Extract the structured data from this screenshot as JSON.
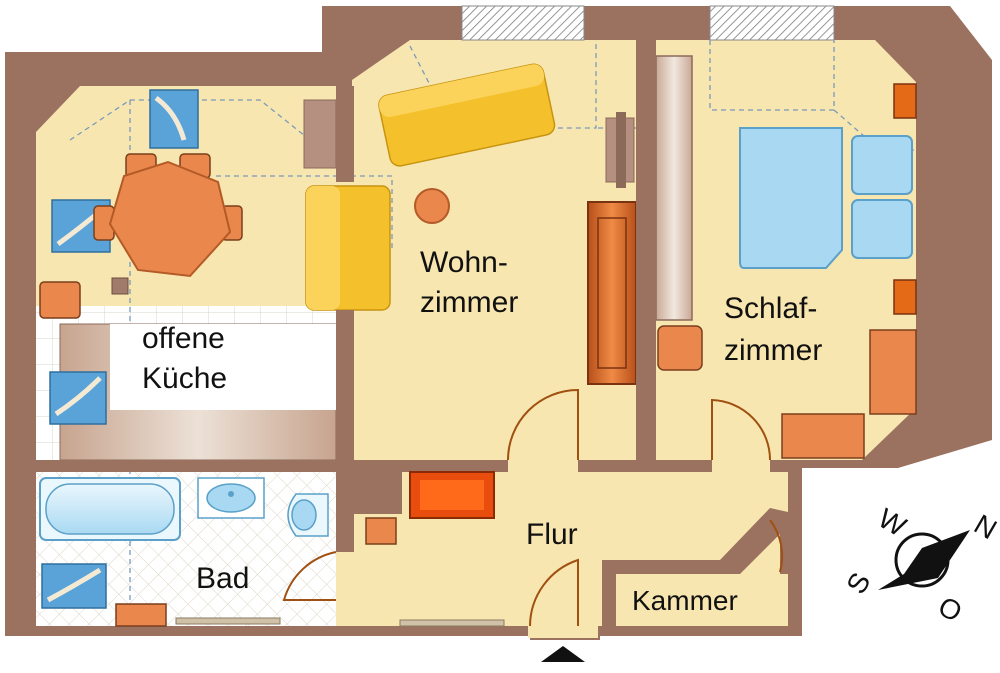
{
  "rooms": {
    "kitchen": {
      "line1": "offene",
      "line2": "Küche"
    },
    "living": {
      "line1": "Wohn-",
      "line2": "zimmer"
    },
    "bedroom": {
      "line1": "Schlaf-",
      "line2": "zimmer"
    },
    "bath": {
      "label": "Bad"
    },
    "hall": {
      "label": "Flur"
    },
    "storage": {
      "label": "Kammer"
    }
  },
  "compass": {
    "north": "N",
    "west": "W",
    "south": "S",
    "east": "O"
  },
  "colors": {
    "wall": "#9b7160",
    "floor": "#f8e6b0",
    "sofa": "#f4c12c",
    "table": "#e9874c",
    "cabinet": "#e56a17",
    "window": "#b8dcef",
    "bed": "#a9d9f2"
  }
}
